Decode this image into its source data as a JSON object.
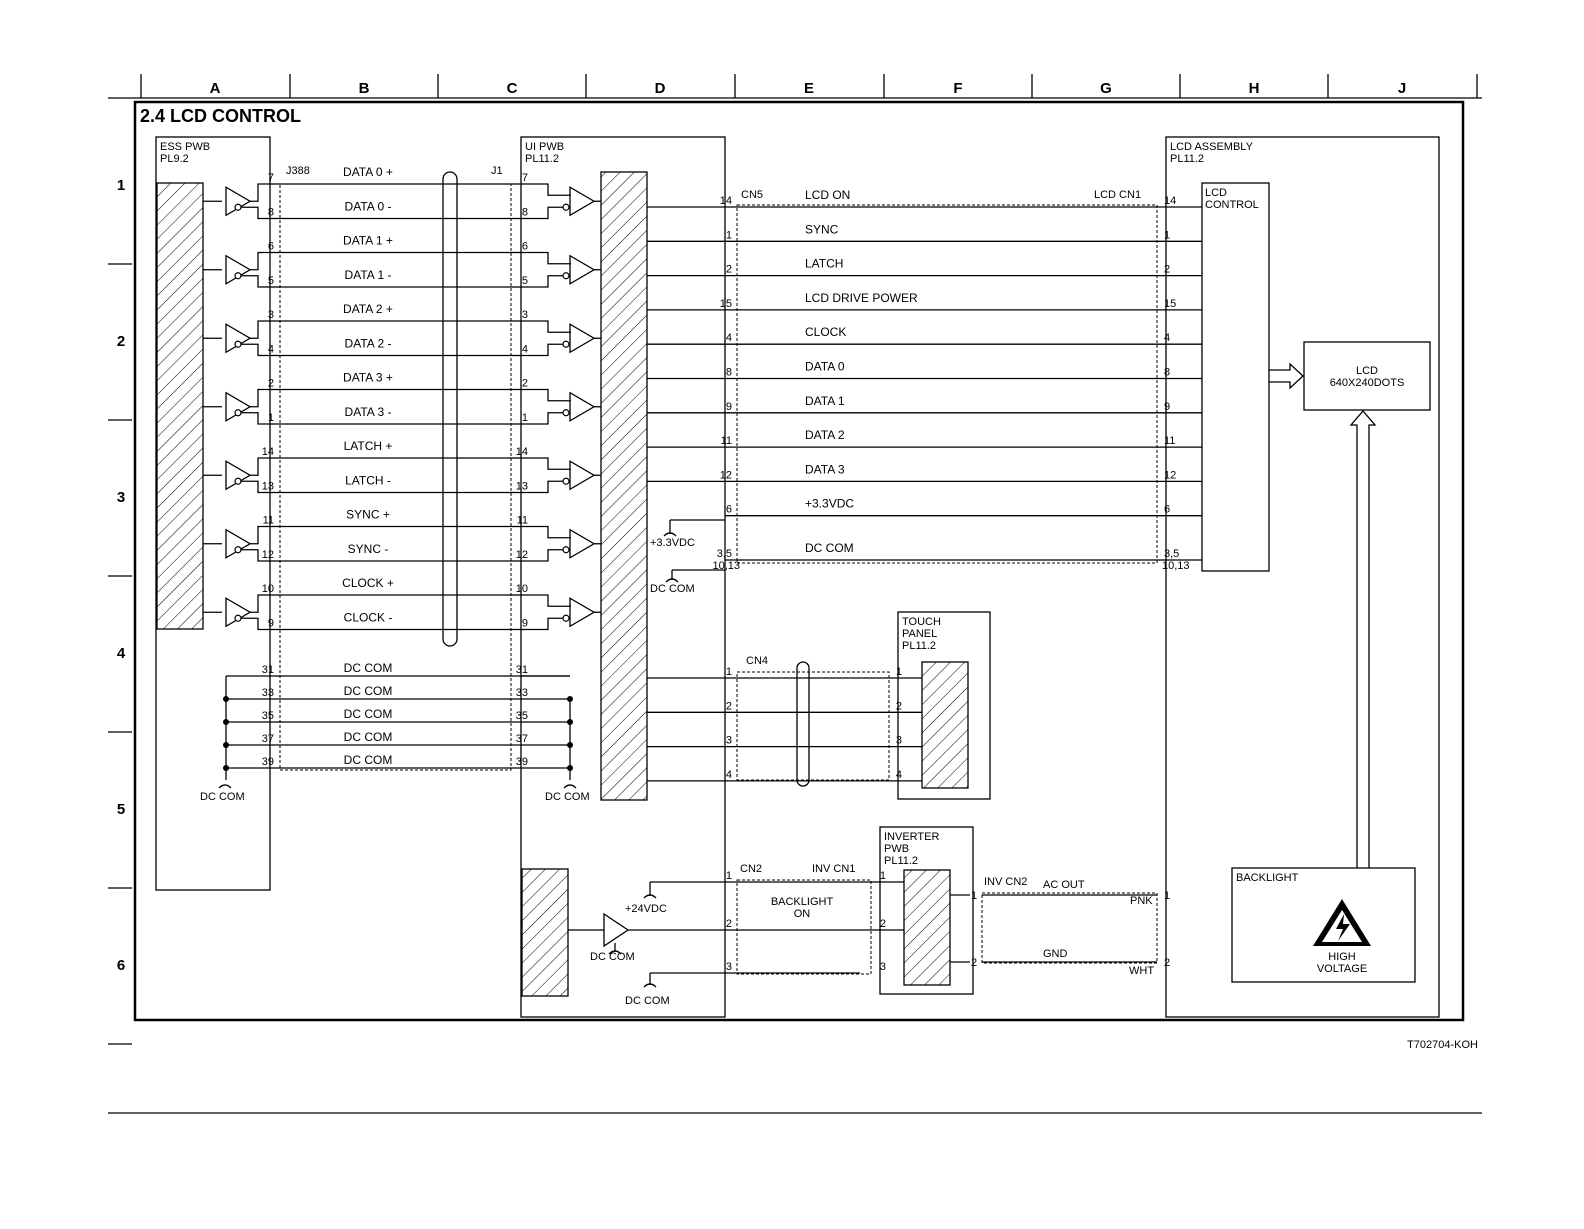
{
  "title": "2.4 LCD CONTROL",
  "figure_id": "T702704-KOH",
  "grid": {
    "columns": [
      "A",
      "B",
      "C",
      "D",
      "E",
      "F",
      "G",
      "H",
      "J"
    ],
    "rows": [
      "1",
      "2",
      "3",
      "4",
      "5",
      "6"
    ]
  },
  "blocks": {
    "ess_pwb": {
      "name": "ESS PWB",
      "part": "PL9.2"
    },
    "ui_pwb": {
      "name": "UI PWB",
      "part": "PL11.2"
    },
    "lcd_assembly": {
      "name": "LCD ASSEMBLY",
      "part": "PL11.2"
    },
    "lcd_control": {
      "line1": "LCD",
      "line2": "CONTROL"
    },
    "lcd": {
      "line1": "LCD",
      "line2": "640X240DOTS"
    },
    "touch_panel": {
      "line1": "TOUCH",
      "line2": "PANEL",
      "part": "PL11.2"
    },
    "inverter": {
      "line1": "INVERTER",
      "line2": "PWB",
      "part": "PL11.2"
    },
    "backlight": {
      "name": "BACKLIGHT",
      "warn1": "HIGH",
      "warn2": "VOLTAGE"
    }
  },
  "connectors": {
    "j388": "J388",
    "j1": "J1",
    "cn5": "CN5",
    "lcd_cn1": "LCD CN1",
    "cn4": "CN4",
    "cn2": "CN2",
    "inv_cn1": "INV CN1",
    "inv_cn2": "INV CN2"
  },
  "ess_ui_signals": [
    {
      "name": "DATA 0 +",
      "pins": [
        "7",
        "8"
      ],
      "pair": [
        "DATA 0 +",
        "DATA 0 -"
      ]
    },
    {
      "pins": [
        "6",
        "5"
      ],
      "pair": [
        "DATA 1 +",
        "DATA 1 -"
      ]
    },
    {
      "pins": [
        "3",
        "4"
      ],
      "pair": [
        "DATA 2 +",
        "DATA 2 -"
      ]
    },
    {
      "pins": [
        "2",
        "1"
      ],
      "pair": [
        "DATA 3 +",
        "DATA 3 -"
      ]
    },
    {
      "pins": [
        "14",
        "13"
      ],
      "pair": [
        "LATCH +",
        "LATCH -"
      ]
    },
    {
      "pins": [
        "11",
        "12"
      ],
      "pair": [
        "SYNC +",
        "SYNC -"
      ]
    },
    {
      "pins": [
        "10",
        "9"
      ],
      "pair": [
        "CLOCK +",
        "CLOCK -"
      ]
    }
  ],
  "dc_com_pins": [
    "31",
    "33",
    "35",
    "37",
    "39"
  ],
  "dc_com_label": "DC COM",
  "lcd_signals": [
    {
      "pin": "14",
      "name": "LCD ON"
    },
    {
      "pin": "1",
      "name": "SYNC"
    },
    {
      "pin": "2",
      "name": "LATCH"
    },
    {
      "pin": "15",
      "name": "LCD DRIVE POWER"
    },
    {
      "pin": "4",
      "name": "CLOCK"
    },
    {
      "pin": "8",
      "name": "DATA 0"
    },
    {
      "pin": "9",
      "name": "DATA 1"
    },
    {
      "pin": "11",
      "name": "DATA 2"
    },
    {
      "pin": "12",
      "name": "DATA 3"
    },
    {
      "pin": "6",
      "name": "+3.3VDC"
    },
    {
      "pin": "3,5",
      "pin2": "10,13",
      "name": "DC COM"
    }
  ],
  "supply_labels": {
    "v33": "+3.3VDC",
    "v24": "+24VDC",
    "dc_com": "DC COM"
  },
  "touch_pins": [
    "1",
    "2",
    "3",
    "4"
  ],
  "inverter_signals": {
    "cn2_pins": [
      "1",
      "2",
      "3"
    ],
    "backlight_on": [
      "BACKLIGHT",
      "ON"
    ],
    "ac_out": "AC OUT",
    "gnd": "GND",
    "pnk": "PNK",
    "wht": "WHT",
    "out_pins": [
      "1",
      "2"
    ]
  }
}
